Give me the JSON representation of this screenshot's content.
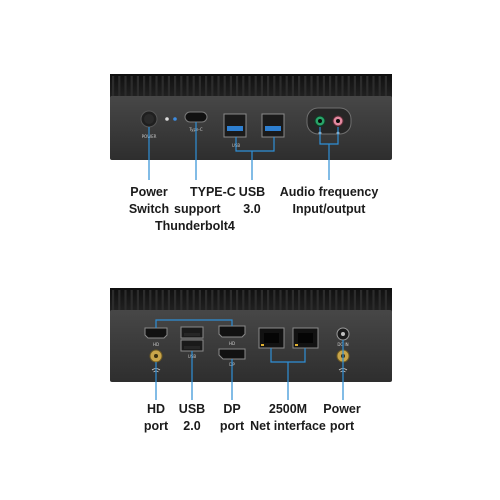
{
  "colors": {
    "body": "#3a3a3a",
    "fins": "#141414",
    "callout_line": "#2f8fd6",
    "usb3_blue": "#2e7fd0",
    "audio_green": "#2aa46a",
    "audio_pink": "#e28aa0",
    "label_text": "#1b1b1b"
  },
  "top_panel": {
    "printed": {
      "power": "POWER",
      "typec": "Type-C",
      "usb": "USB"
    },
    "labels": {
      "power_switch": [
        "Power",
        "Switch"
      ],
      "typec": [
        "TYPE-C",
        "support",
        "Thunderbolt4"
      ],
      "usb3": [
        "USB",
        "3.0"
      ],
      "audio": [
        "Audio frequency",
        "Input/output"
      ]
    }
  },
  "bottom_panel": {
    "printed": {
      "hd": "HD",
      "usb": "USB",
      "dp": "DP",
      "dcin": "DC IN"
    },
    "labels": {
      "hd": [
        "HD",
        "port"
      ],
      "usb2": [
        "USB",
        "2.0"
      ],
      "dp": [
        "DP",
        "port"
      ],
      "lan": [
        "2500M",
        "Net interface"
      ],
      "power": [
        "Power",
        "port"
      ]
    }
  }
}
